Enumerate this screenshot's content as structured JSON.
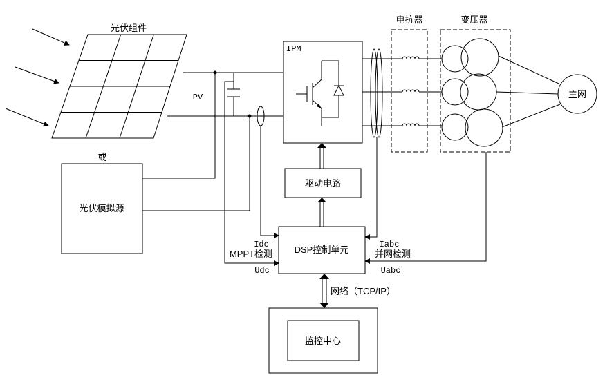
{
  "pv_array": {
    "label": "光伏组件"
  },
  "or_label": "或",
  "pv_simulator": {
    "label": "光伏模拟源"
  },
  "dc_link": {
    "label": "PV"
  },
  "ipm": {
    "label": "IPM"
  },
  "driver": {
    "label": "驱动电路"
  },
  "dsp": {
    "label": "DSP控制单元"
  },
  "mppt": {
    "idc": "Idc",
    "label": "MPPT检测",
    "udc": "Udc"
  },
  "grid_detect": {
    "iabc": "Iabc",
    "label": "并网检测",
    "uabc": "Uabc"
  },
  "reactor": {
    "label": "电抗器"
  },
  "transformer": {
    "label": "变压器"
  },
  "main_grid": {
    "label": "主网"
  },
  "network": {
    "label": "网络（TCP/IP）"
  },
  "monitor": {
    "label": "监控中心"
  }
}
